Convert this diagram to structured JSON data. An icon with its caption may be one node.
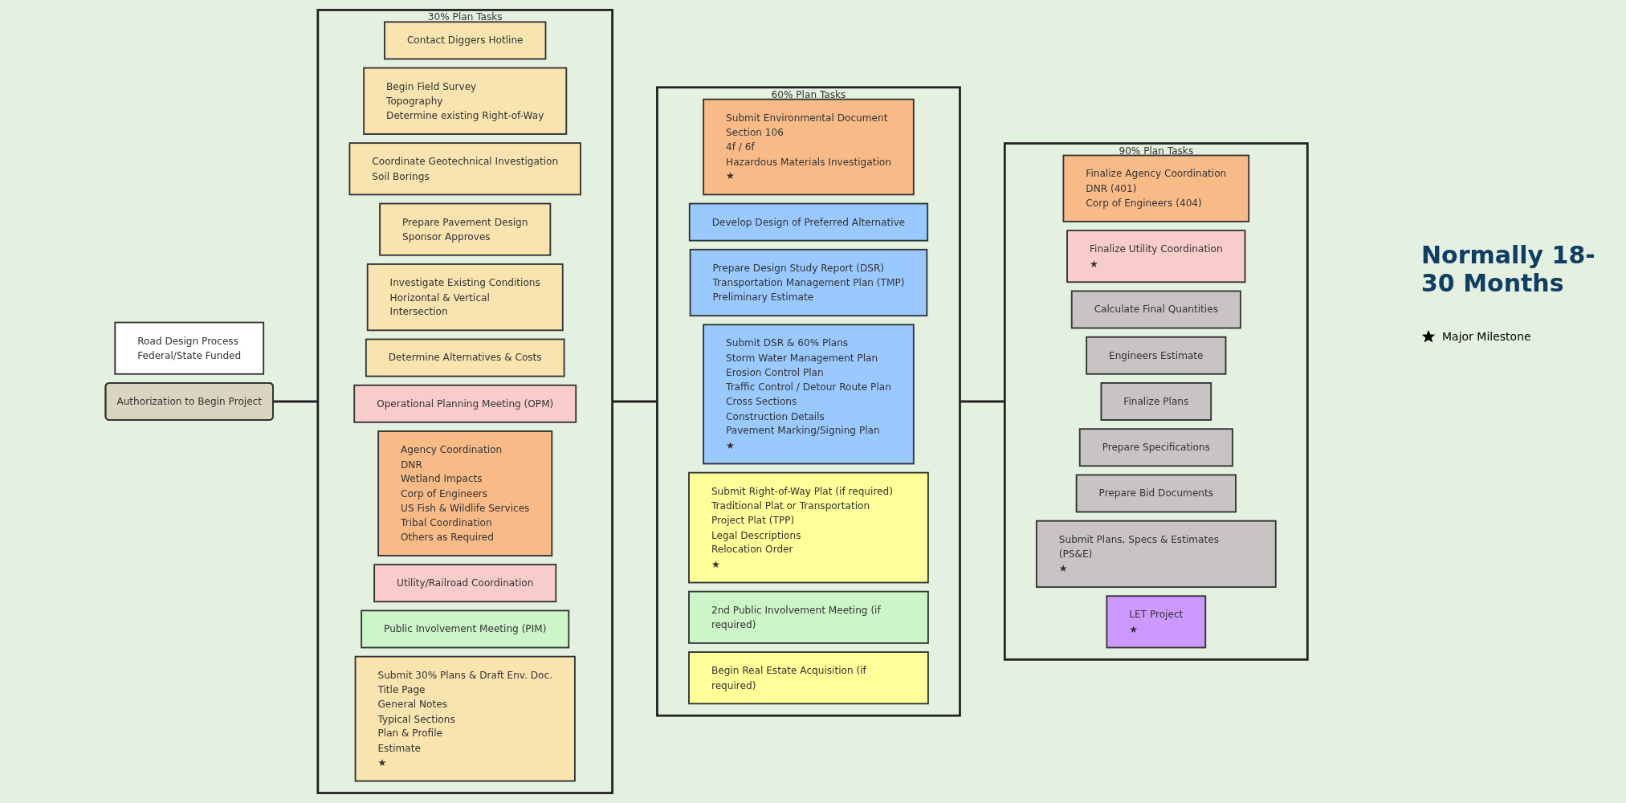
{
  "diagram": {
    "nodes": [
      {
        "text": [
          "Road Design Process",
          "Federal/State Funded"
        ]
      },
      {
        "text": [
          "Authorization to Begin Project"
        ]
      },
      {
        "text": [
          "30% Plan Tasks"
        ]
      },
      {
        "text": [
          "Contact Diggers Hotline"
        ],
        "in": 2
      },
      {
        "text": [
          "Begin Field Survey",
          "Topography",
          "Determine existing Right-of-Way"
        ],
        "in": 2
      },
      {
        "text": [
          "Coordinate Geotechnical Investigation",
          "Soil Borings"
        ],
        "in": 2
      },
      {
        "text": [
          "Prepare Pavement Design",
          "Sponsor Approves"
        ],
        "in": 2
      },
      {
        "text": [
          "Investigate Existing Conditions",
          "Horizontal & Vertical",
          "Intersection"
        ],
        "in": 2
      },
      {
        "text": [
          "Determine Alternatives & Costs"
        ],
        "in": 2
      },
      {
        "text": [
          "Operational Planning Meeting (OPM)"
        ],
        "in": 2
      },
      {
        "text": [
          "Agency Coordination",
          "DNR",
          "Wetland Impacts",
          "Corp of Engineers",
          "US Fish & Wildlife Services",
          "Tribal Coordination",
          "Others as Required"
        ],
        "in": 2
      },
      {
        "text": [
          "Utility/Railroad Coordination"
        ],
        "in": 2
      },
      {
        "text": [
          "Public Involvement Meeting (PIM)"
        ],
        "in": 2
      },
      {
        "text": [
          "Submit 30% Plans & Draft Env. Doc.",
          "Title Page",
          "General Notes",
          "Typical Sections",
          "Plan & Profile",
          "Estimate",
          "★"
        ],
        "in": 2
      },
      {
        "text": [
          "60% Plan Tasks"
        ]
      },
      {
        "text": [
          "Submit Environmental Document",
          "Section 106",
          "4f / 6f",
          "Hazardous Materials Investigation",
          "★"
        ],
        "in": 14
      },
      {
        "text": [
          "Develop Design of Preferred Alternative"
        ],
        "in": 14
      },
      {
        "text": [
          "Prepare Design Study Report (DSR)",
          "Transportation Management Plan (TMP)",
          "Preliminary Estimate"
        ],
        "in": 14
      },
      {
        "text": [
          "Submit DSR & 60% Plans",
          "Storm Water Management Plan",
          "Erosion Control Plan",
          "Traffic Control / Detour Route Plan",
          "Cross Sections",
          "Construction Details",
          "Pavement Marking/Signing Plan",
          "★"
        ],
        "in": 14
      },
      {
        "text": [
          "Submit Right-of-Way Plat (if required)",
          "Traditional Plat or Transportation Project Plat (TPP)",
          "Legal Descriptions",
          "Relocation Order",
          "★"
        ],
        "in": 14
      },
      {
        "text": [
          "2nd Public Involvement Meeting (if required)"
        ],
        "in": 14
      },
      {
        "text": [
          "Begin Real Estate Acquisition (if required)"
        ],
        "in": 14
      },
      {
        "text": [
          "90% Plan Tasks"
        ]
      },
      {
        "text": [
          "Finalize Agency Coordination",
          "DNR (401)",
          "Corp of Engineers (404)"
        ],
        "in": 22
      },
      {
        "text": [
          "Finalize Utility Coordination",
          "★"
        ],
        "in": 22
      },
      {
        "text": [
          "Calculate Final Quantities"
        ],
        "in": 22
      },
      {
        "text": [
          "Engineers Estimate"
        ],
        "in": 22
      },
      {
        "text": [
          "Finalize Plans"
        ],
        "in": 22
      },
      {
        "text": [
          "Prepare Specifications"
        ],
        "in": 22
      },
      {
        "text": [
          "Prepare Bid Documents"
        ],
        "in": 22
      },
      {
        "text": [
          "Submit Plans, Specs & Estimates (PS&E)",
          "★"
        ],
        "in": 22
      },
      {
        "text": [
          "LET Project",
          "★"
        ],
        "in": 22
      }
    ],
    "edges": [
      {
        "from": 1,
        "to": 2,
        "arrow": "none"
      },
      {
        "from": 2,
        "to": 14,
        "arrow": "none"
      },
      {
        "from": 14,
        "to": 22,
        "arrow": "none"
      }
    ],
    "labels": [
      "Normally 18-30 Months"
    ],
    "legend": [
      {
        "text": "Major Milestone"
      }
    ]
  }
}
